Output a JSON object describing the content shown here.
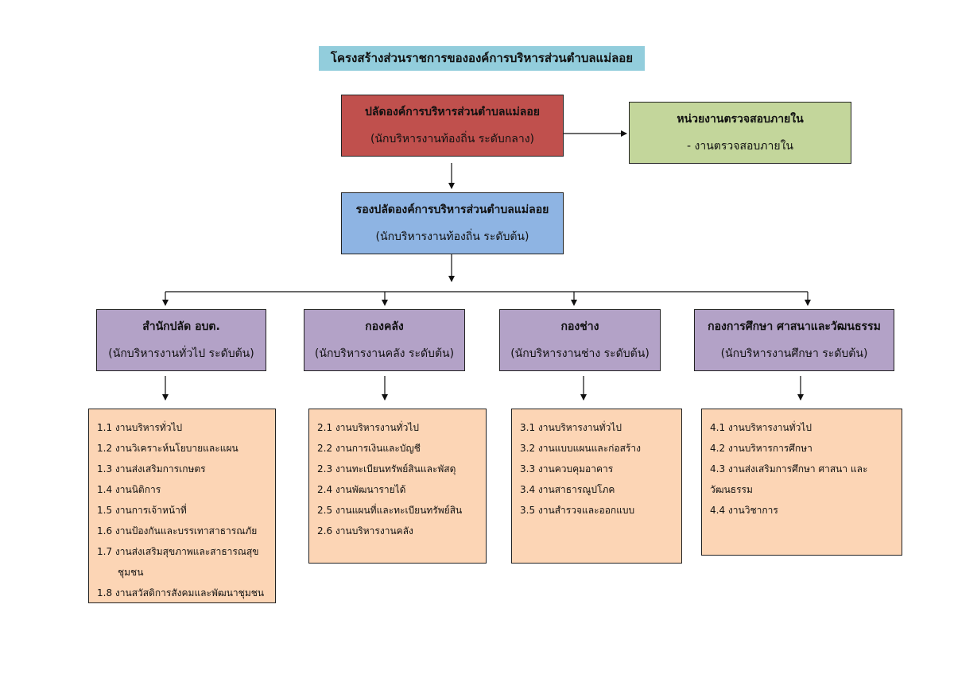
{
  "title": "โครงสร้างส่วนราชการขององค์การบริหารส่วนตำบลแม่ลอย",
  "chief": {
    "name": "ปลัดองค์การบริหารส่วนตำบลแม่ลอย",
    "position": "(นักบริหารงานท้องถิ่น ระดับกลาง)"
  },
  "audit": {
    "name": "หน่วยงานตรวจสอบภายใน",
    "position": "- งานตรวจสอบภายใน"
  },
  "deputy": {
    "name": "รองปลัดองค์การบริหารส่วนตำบลแม่ลอย",
    "position": "(นักบริหารงานท้องถิ่น ระดับต้น)"
  },
  "divisions": [
    {
      "name": "สำนักปลัด อบต.",
      "position": "(นักบริหารงานทั่วไป ระดับต้น)",
      "tasks": [
        "1.1 งานบริหารทั่วไป",
        "1.2 งานวิเคราะห์นโยบายและแผน",
        "1.3 งานส่งเสริมการเกษตร",
        "1.4  งานนิติการ",
        "1.5  งานการเจ้าหน้าที่",
        "1.6  งานป้องกันและบรรเทาสาธารณภัย",
        "1.7  งานส่งเสริมสุขภาพและสาธารณสุข",
        "ชุมชน",
        "1.8  งานสวัสดิการสังคมและพัฒนาชุมชน"
      ]
    },
    {
      "name": "กองคลัง",
      "position": "(นักบริหารงานคลัง ระดับต้น)",
      "tasks": [
        "2.1 งานบริหารงานทั่วไป",
        "2.2 งานการเงินและบัญชี",
        "2.3 งานทะเบียนทรัพย์สินและพัสดุ",
        "2.4 งานพัฒนารายได้",
        "2.5 งานแผนที่และทะเบียนทรัพย์สิน",
        "2.6 งานบริหารงานคลัง"
      ]
    },
    {
      "name": "กองช่าง",
      "position": "(นักบริหารงานช่าง ระดับต้น)",
      "tasks": [
        "3.1 งานบริหารงานทั่วไป",
        "3.2 งานแบบแผนและก่อสร้าง",
        "3.3 งานควบคุมอาคาร",
        "3.4 งานสาธารณูปโภค",
        "3.5 งานสำรวจและออกแบบ"
      ]
    },
    {
      "name": "กองการศึกษา ศาสนาและวัฒนธรรม",
      "position": "(นักบริหารงานศึกษา ระดับต้น)",
      "tasks": [
        "4.1 งานบริหารงานทั่วไป",
        "4.2 งานบริหารการศึกษา",
        "4.3   งานส่งเสริมการศึกษา ศาสนา และ",
        "วัฒนธรรม",
        "4.4 งานวิชาการ"
      ]
    }
  ],
  "colors": {
    "title_bg": "#92cddc",
    "chief_bg": "#c0504d",
    "audit_bg": "#c3d69b",
    "deputy_bg": "#8eb4e3",
    "division_bg": "#b3a2c7",
    "task_bg": "#fcd5b5"
  }
}
